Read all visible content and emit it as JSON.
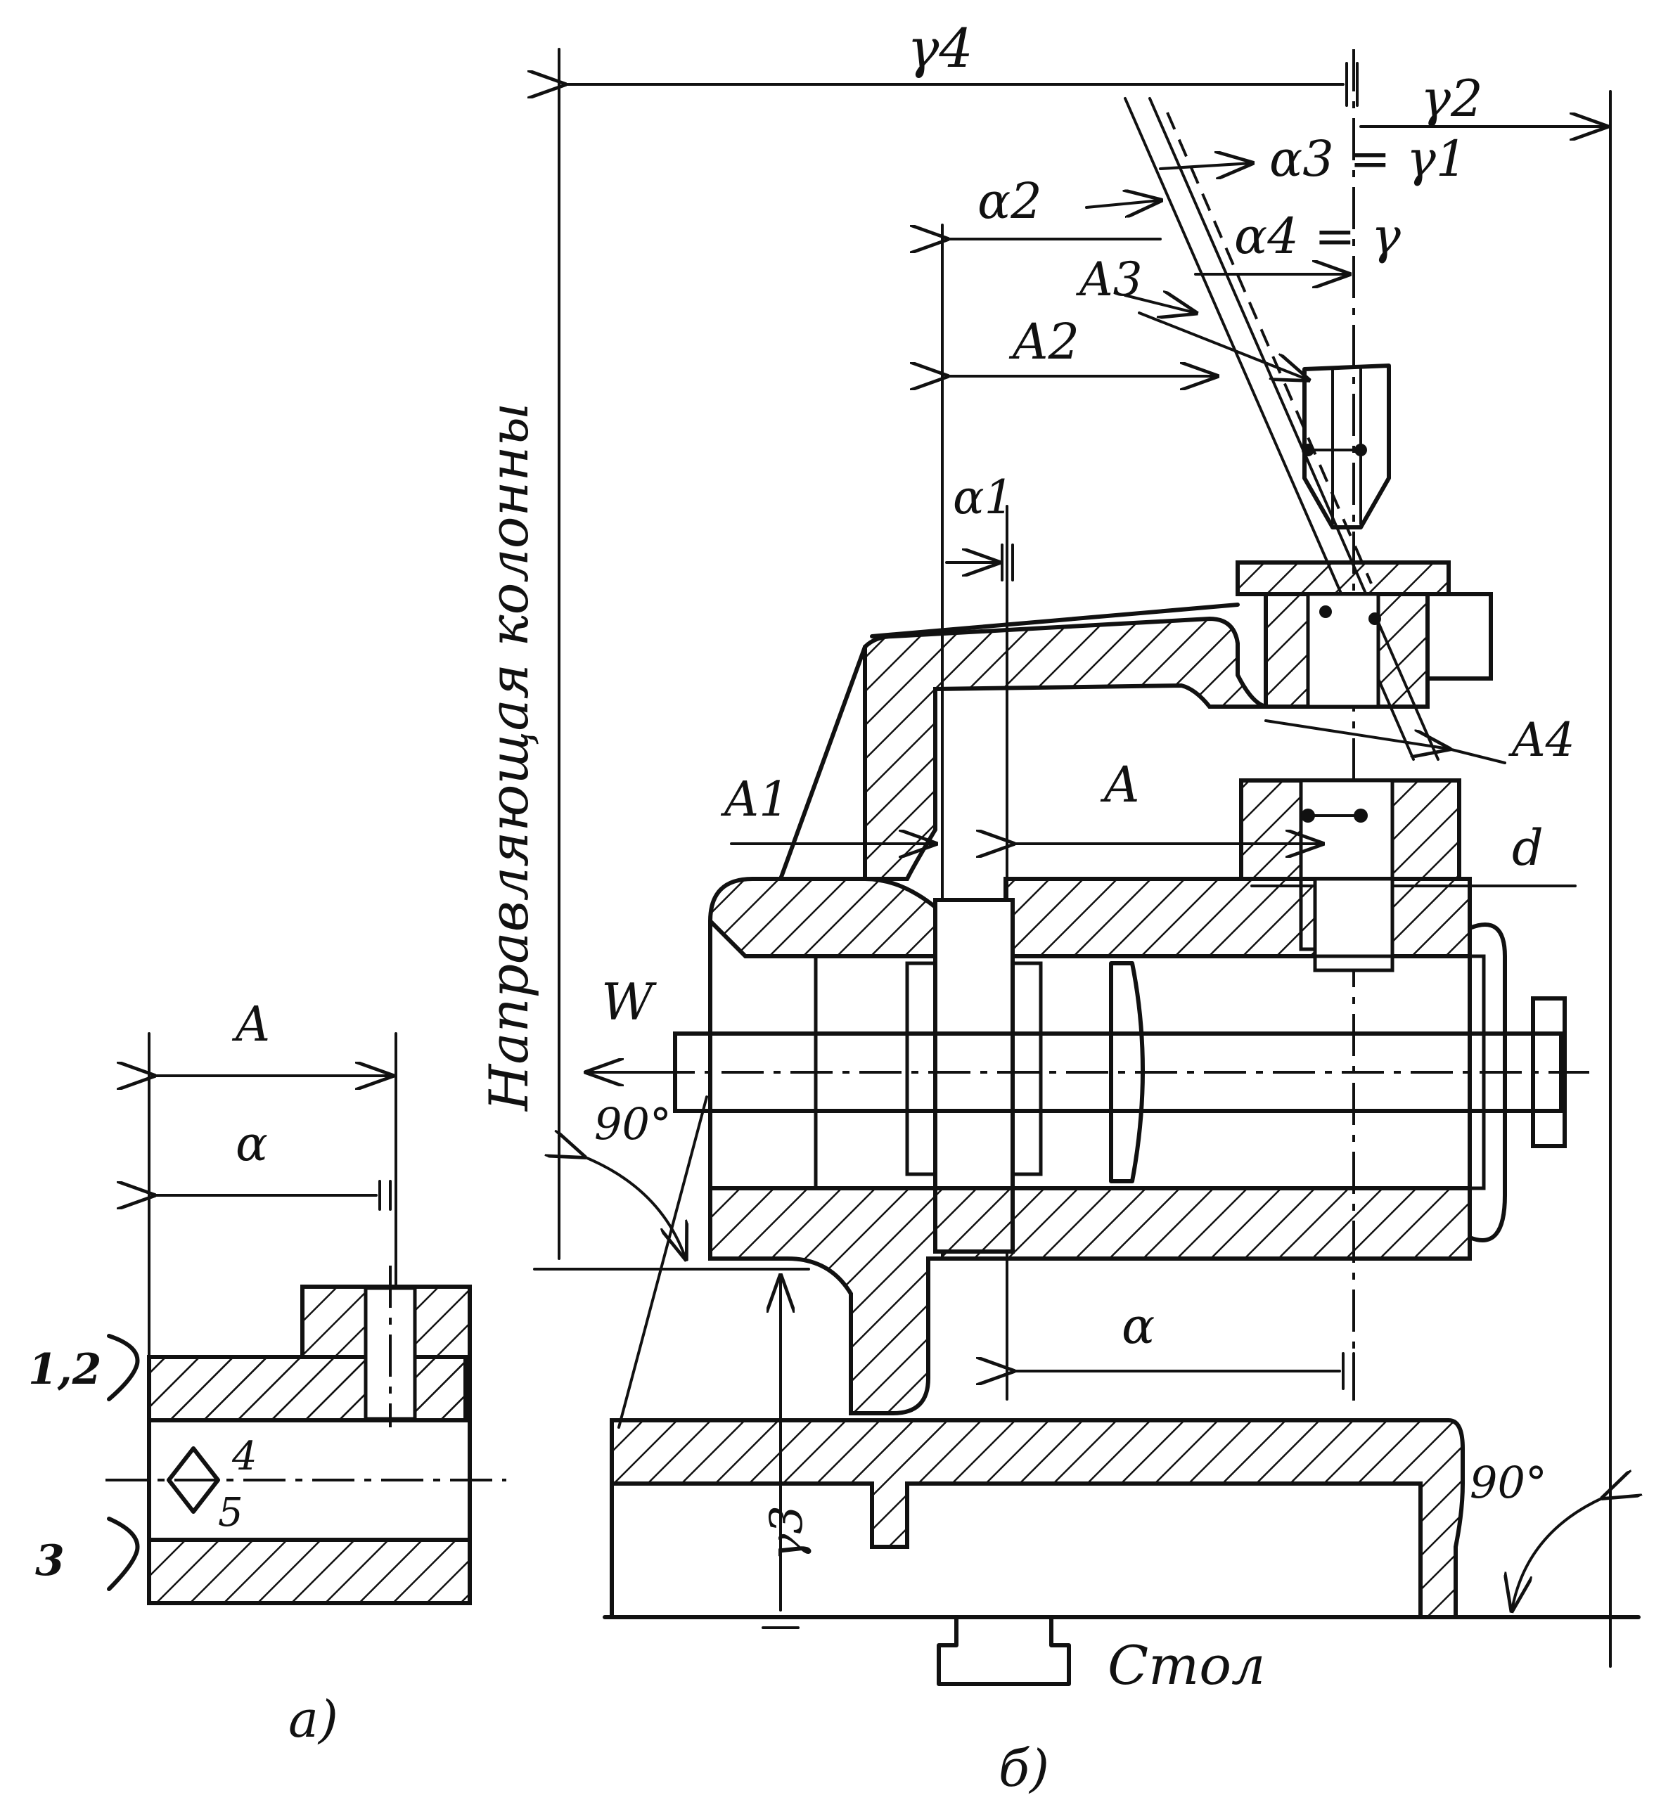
{
  "view_a": {
    "caption": "а)",
    "dim_A": "A",
    "dim_alpha": "α",
    "surface_1_2": "1,2",
    "surface_4": "4",
    "surface_5": "5",
    "surface_3": "3"
  },
  "view_b": {
    "caption": "б)",
    "column_label": "Направляющая колонны",
    "table_label": "Стол",
    "force_W": "W",
    "angle_left": "90°",
    "angle_right": "90°",
    "dims": {
      "gamma4": "γ4",
      "gamma2": "γ2",
      "alpha3": "α3 = γ1",
      "alpha2": "α2",
      "alpha4": "α4 = γ",
      "A3": "A3",
      "A2": "A2",
      "alpha1": "α1",
      "A4": "A4",
      "A1": "A1",
      "A": "A",
      "d": "d",
      "alpha": "α",
      "gamma3": "γ3"
    }
  }
}
